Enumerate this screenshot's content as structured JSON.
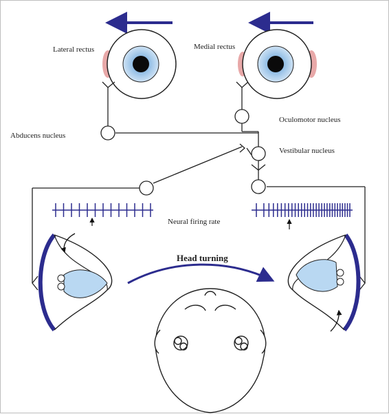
{
  "labels": {
    "lateral_rectus": "Lateral rectus",
    "medial_rectus": "Medial rectus",
    "abducens_nucleus": "Abducens nucleus",
    "oculomotor_nucleus": "Oculomotor nucleus",
    "vestibular_nucleus": "Vestibular nucleus",
    "neural_firing_rate": "Neural firing rate",
    "head_turning": "Head turning"
  },
  "colors": {
    "blue": "#2c2c8e",
    "light_blue": "#b9d8f2",
    "iris": "#a9cdee",
    "muscle_pink": "#e8a8a8",
    "ink": "#222222"
  },
  "firing": {
    "left_spike_count": 13,
    "right_spike_count": 30,
    "left_state": "decreased",
    "right_state": "increased"
  }
}
